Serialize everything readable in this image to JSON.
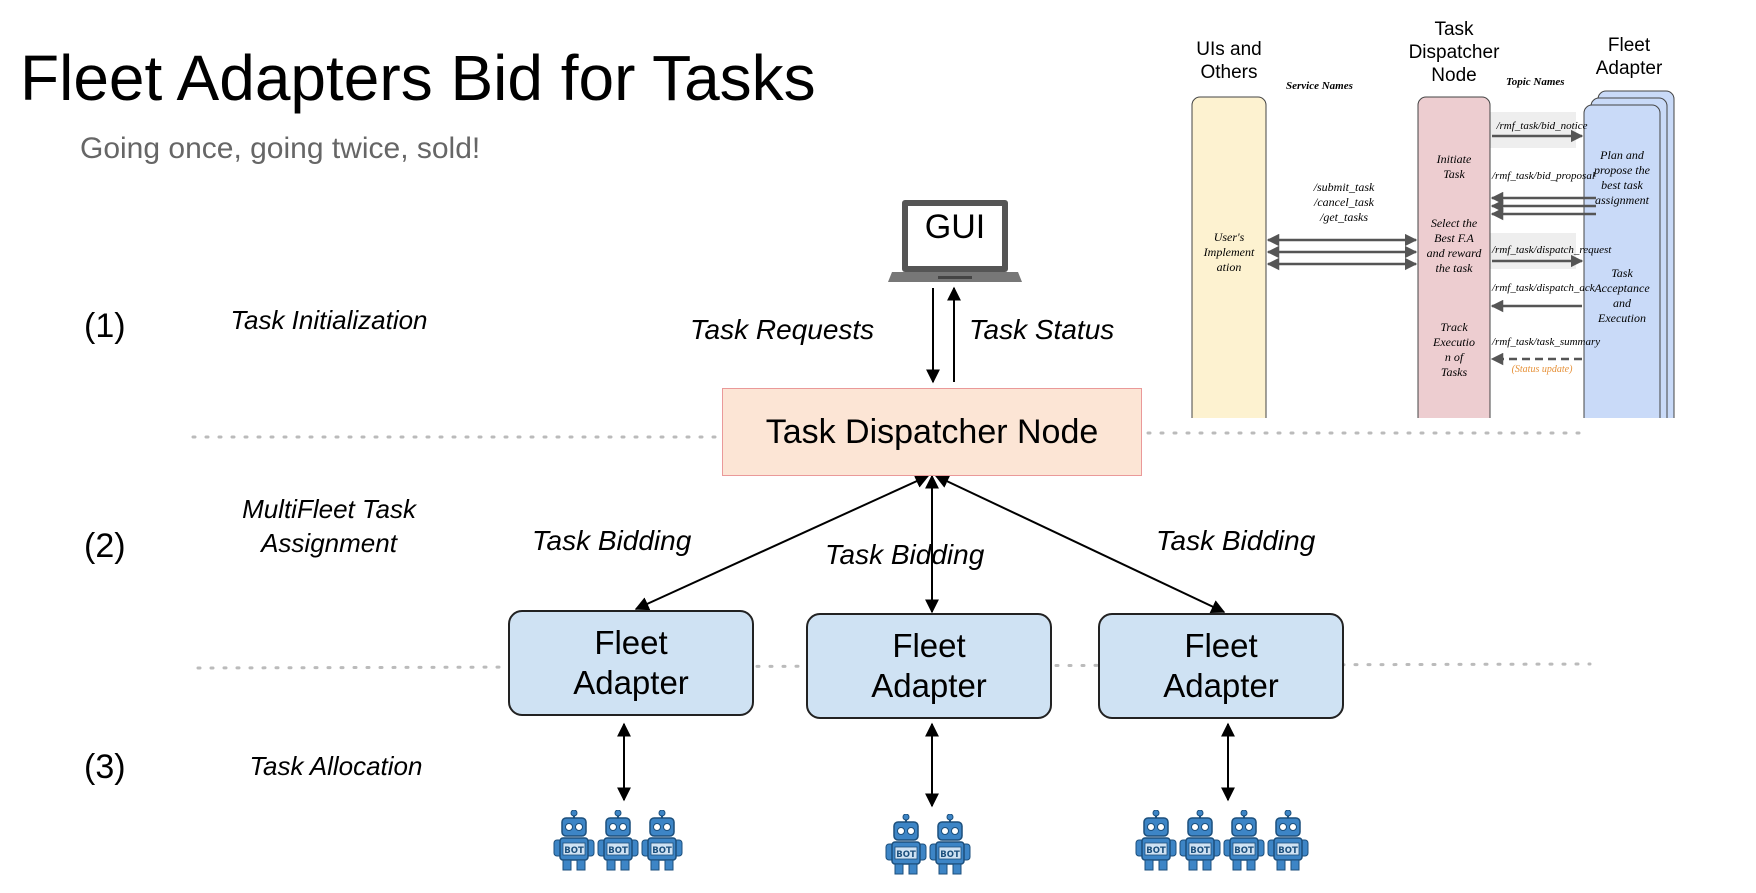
{
  "slide": {
    "title": "Fleet Adapters Bid for Tasks",
    "subtitle": "Going once, going twice, sold!"
  },
  "steps": [
    {
      "number": "(1)",
      "label": "Task Initialization"
    },
    {
      "number": "(2)",
      "label_lines": [
        "MultiFleet Task",
        "Assignment"
      ]
    },
    {
      "number": "(3)",
      "label": "Task Allocation"
    }
  ],
  "gui": {
    "label": "GUI"
  },
  "edges": {
    "task_requests": "Task Requests",
    "task_status": "Task Status",
    "task_bidding": "Task Bidding"
  },
  "dispatcher": {
    "label": "Task Dispatcher Node"
  },
  "fleet_adapters": [
    {
      "line1": "Fleet",
      "line2": "Adapter",
      "robot_count": 3
    },
    {
      "line1": "Fleet",
      "line2": "Adapter",
      "robot_count": 2
    },
    {
      "line1": "Fleet",
      "line2": "Adapter",
      "robot_count": 4
    }
  ],
  "robot_label": "BOT",
  "inset": {
    "col_uis": [
      "UIs and",
      "Others"
    ],
    "col_tdn": [
      "Task",
      "Dispatcher",
      "Node"
    ],
    "col_fa": [
      "Fleet",
      "Adapter"
    ],
    "service_names": "Service Names",
    "topic_names": "Topic Names",
    "uis_box": [
      "User's",
      "Implement",
      "ation"
    ],
    "tdn_boxes": [
      [
        "Initiate",
        "Task"
      ],
      [
        "Select the",
        "Best F.A",
        "and reward",
        "the task"
      ],
      [
        "Track",
        "Executio",
        "n of",
        "Tasks"
      ]
    ],
    "fa_boxes": [
      [
        "Plan and",
        "propose the",
        "best task",
        "assignment"
      ],
      [
        "Task",
        "Acceptance",
        "and",
        "Execution"
      ]
    ],
    "services": [
      "/submit_task",
      "/cancel_task",
      "/get_tasks"
    ],
    "topics": [
      "/rmf_task/bid_notice",
      "/rmf_task/bid_proposal",
      "/rmf_task/dispatch_request",
      "/rmf_task/dispatch_ack",
      "/rmf_task/task_summary"
    ],
    "status_update": "(Status update)"
  },
  "colors": {
    "dispatcher_fill": "#fce5d5",
    "fleet_fill": "#cfe2f3",
    "robot_blue": "#3d85c6",
    "inset_uis": "#fdf2d0",
    "inset_tdn": "#edcdd0",
    "inset_fa": "#c9daf8",
    "status_orange": "#e69138"
  }
}
